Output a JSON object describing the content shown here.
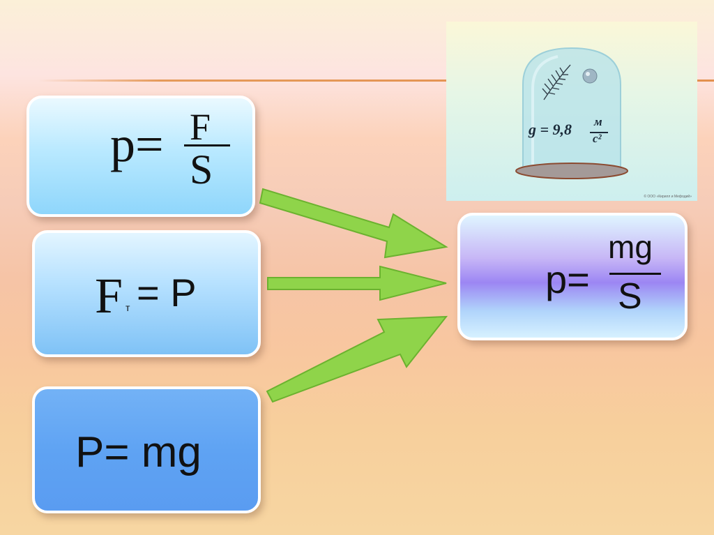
{
  "formula_pressure": {
    "lhs": "p=",
    "numerator": "F",
    "denominator": "S"
  },
  "formula_weight_force": {
    "lhs": "F",
    "subscript": "т",
    "rhs": "= P"
  },
  "formula_weight": {
    "text": "P= mg"
  },
  "formula_result": {
    "lhs": "p=",
    "numerator": "mg",
    "denominator": "S"
  },
  "illustration": {
    "g_formula": "g = 9,8",
    "unit_numerator": "м",
    "unit_denominator": "с²",
    "credit": "© ООО «Кирилл и Мефодий»"
  },
  "colors": {
    "arrow_fill": "#8fd44a",
    "arrow_stroke": "#6bb22f",
    "accent_line": "#e3904e"
  }
}
